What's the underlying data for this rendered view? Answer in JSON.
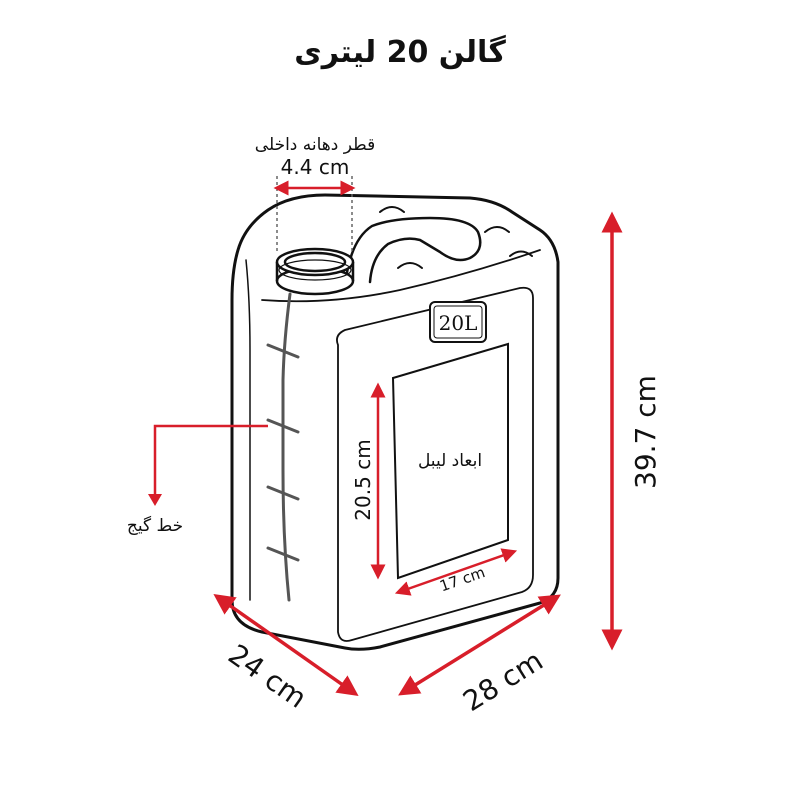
{
  "title": "گالن 20 لیتری",
  "labels": {
    "mouth_caption": "قطر دهانه داخلی",
    "mouth_diameter": "4.4 cm",
    "capacity_badge": "20L",
    "label_area": "ابعاد لیبل",
    "label_height": "20.5 cm",
    "label_width": "17 cm",
    "gauge_line": "خط گیج",
    "height": "39.7 cm",
    "depth": "24 cm",
    "width": "28 cm"
  },
  "colors": {
    "arrow": "#d81e2a",
    "outline": "#111111",
    "gauge": "#555555",
    "guide": "#666666"
  }
}
